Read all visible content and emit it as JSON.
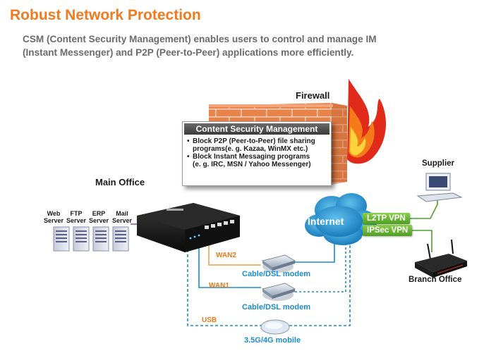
{
  "header": {
    "title": "Robust Network Protection",
    "intro_line1": "CSM (Content Security Management) enables users to control and manage IM",
    "intro_line2": "(Instant Messenger) and P2P (Peer-to-Peer) applications more efficiently."
  },
  "firewall": {
    "label": "Firewall"
  },
  "csm": {
    "heading": "Content Security Management",
    "items": [
      {
        "line1": "Block P2P (Peer-to-Peer) file sharing",
        "line2": "programs(e. g. Kazaa, WinMX etc.)"
      },
      {
        "line1": "Block Instant Messaging programs",
        "line2": "(e. g. IRC, MSN / Yahoo Messenger)"
      }
    ]
  },
  "main_office": {
    "label": "Main Office",
    "servers": [
      {
        "line1": "Web",
        "line2": "Server"
      },
      {
        "line1": "FTP",
        "line2": "Server"
      },
      {
        "line1": "ERP",
        "line2": "Server"
      },
      {
        "line1": "Mail",
        "line2": "Server"
      }
    ]
  },
  "internet": {
    "label": "Internet"
  },
  "vpn": {
    "l2tp": "L2TP VPN",
    "ipsec": "IPSec VPN"
  },
  "supplier": {
    "label": "Supplier"
  },
  "branch": {
    "label": "Branch Office"
  },
  "links": {
    "wan2": "WAN2",
    "wan1": "WAN1",
    "usb": "USB",
    "modem1": "Cable/DSL modem",
    "modem2": "Cable/DSL modem",
    "mobile": "3.5G/4G mobile"
  },
  "colors": {
    "title": "#f07a20",
    "link_line": "#1a8cc8",
    "vpn": "#5aa82a",
    "firewall": "#d9692f"
  }
}
